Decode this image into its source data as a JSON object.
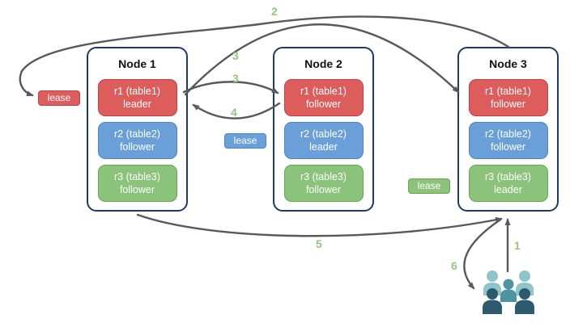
{
  "nodes": [
    {
      "title": "Node 1",
      "replicas": [
        {
          "name": "r1 (table1)",
          "role": "leader",
          "color": "red"
        },
        {
          "name": "r2 (table2)",
          "role": "follower",
          "color": "blue"
        },
        {
          "name": "r3 (table3)",
          "role": "follower",
          "color": "green"
        }
      ]
    },
    {
      "title": "Node 2",
      "replicas": [
        {
          "name": "r1 (table1)",
          "role": "follower",
          "color": "red"
        },
        {
          "name": "r2 (table2)",
          "role": "leader",
          "color": "blue"
        },
        {
          "name": "r3 (table3)",
          "role": "follower",
          "color": "green"
        }
      ]
    },
    {
      "title": "Node 3",
      "replicas": [
        {
          "name": "r1 (table1)",
          "role": "follower",
          "color": "red"
        },
        {
          "name": "r2 (table2)",
          "role": "follower",
          "color": "blue"
        },
        {
          "name": "r3 (table3)",
          "role": "leader",
          "color": "green"
        }
      ]
    }
  ],
  "leases": {
    "red": "lease",
    "blue": "lease",
    "green": "lease"
  },
  "steps": {
    "s1": "1",
    "s2": "2",
    "s3_long": "3",
    "s3_short": "3",
    "s4": "4",
    "s5": "5",
    "s6": "6"
  },
  "icons": {
    "users": "users-group-icon"
  },
  "colors": {
    "replica_red": "#DD5C5C",
    "replica_red_border": "#C24040",
    "replica_blue": "#6B9FD8",
    "replica_blue_border": "#4A86C8",
    "replica_green": "#8CC37A",
    "replica_green_border": "#6AA44E",
    "node_border": "#1F3B63",
    "arrow": "#595959",
    "step_label": "#93C47D",
    "users_light": "#8FC5C9",
    "users_mid": "#4E93A2",
    "users_dark": "#2C5A6E"
  }
}
